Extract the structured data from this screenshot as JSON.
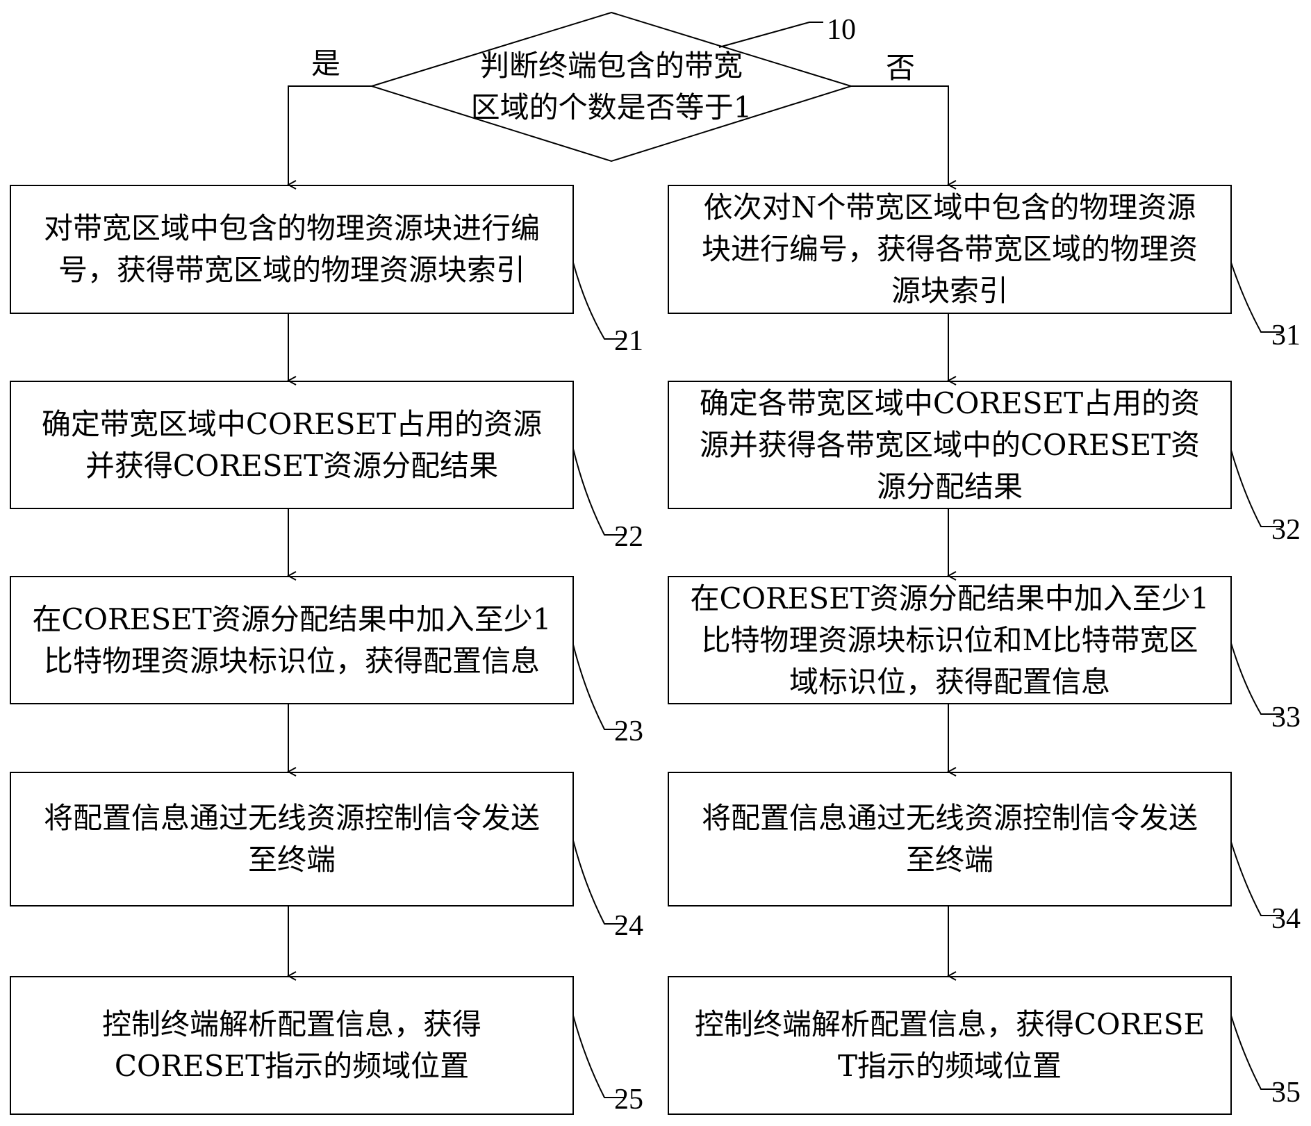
{
  "decision": {
    "line1": "判断终端包含的带宽",
    "line2": "区域的个数是否等于1",
    "ref": "10",
    "yes": "是",
    "no": "否"
  },
  "left": [
    {
      "ref": "21",
      "lines": [
        "对带宽区域中包含的物理资源块进行编",
        "号，获得带宽区域的物理资源块索引"
      ]
    },
    {
      "ref": "22",
      "lines": [
        "确定带宽区域中CORESET占用的资源",
        "并获得CORESET资源分配结果"
      ]
    },
    {
      "ref": "23",
      "lines": [
        "在CORESET资源分配结果中加入至少1",
        "比特物理资源块标识位，获得配置信息"
      ]
    },
    {
      "ref": "24",
      "lines": [
        "将配置信息通过无线资源控制信令发送",
        "至终端"
      ]
    },
    {
      "ref": "25",
      "lines": [
        "控制终端解析配置信息，获得",
        "CORESET指示的频域位置"
      ]
    }
  ],
  "right": [
    {
      "ref": "31",
      "lines": [
        "依次对N个带宽区域中包含的物理资源",
        "块进行编号，获得各带宽区域的物理资",
        "源块索引"
      ]
    },
    {
      "ref": "32",
      "lines": [
        "确定各带宽区域中CORESET占用的资",
        "源并获得各带宽区域中的CORESET资",
        "源分配结果"
      ]
    },
    {
      "ref": "33",
      "lines": [
        "在CORESET资源分配结果中加入至少1",
        "比特物理资源块标识位和M比特带宽区",
        "域标识位，获得配置信息"
      ]
    },
    {
      "ref": "34",
      "lines": [
        "将配置信息通过无线资源控制信令发送",
        "至终端"
      ]
    },
    {
      "ref": "35",
      "lines": [
        "控制终端解析配置信息，获得CORESE",
        "T指示的频域位置"
      ]
    }
  ]
}
